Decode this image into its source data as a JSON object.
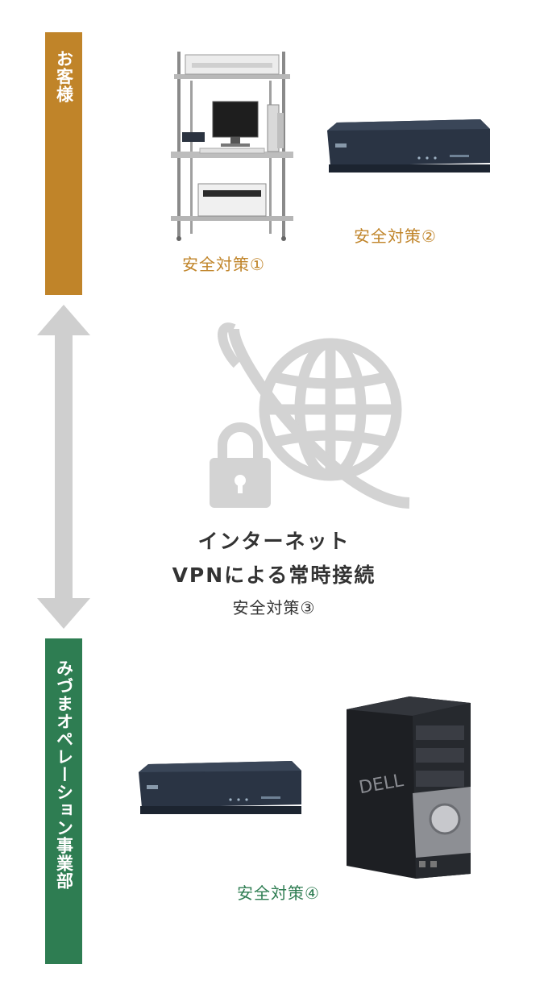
{
  "parties": {
    "customer": {
      "label": "お客様",
      "color": "#C08429"
    },
    "mizuma": {
      "label": "みづまオペレーション事業部",
      "color": "#2E7D52"
    }
  },
  "network": {
    "line1": "インターネット",
    "line2": "VPNによる常時接続",
    "measure": "安全対策③"
  },
  "measures": {
    "m1": "安全対策①",
    "m2": "安全対策②",
    "m4": "安全対策④"
  },
  "icons": {
    "globe": "globe-lock-icon",
    "arrow": "double-arrow-icon"
  }
}
